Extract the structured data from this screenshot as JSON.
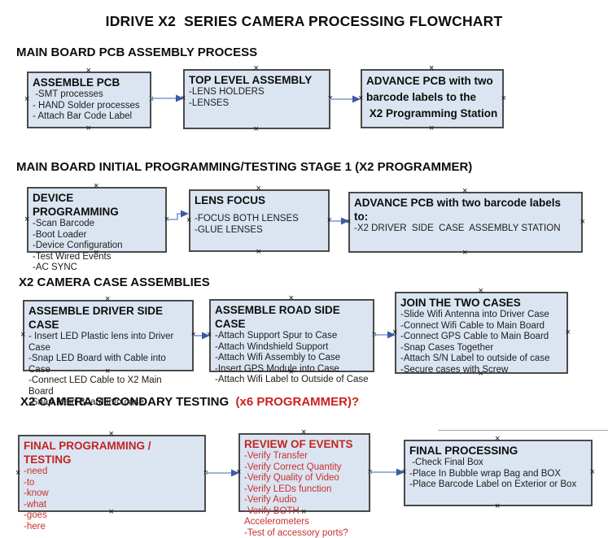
{
  "title": "IDRIVE X2  SERIES CAMERA PROCESSING FLOWCHART",
  "colors": {
    "box_fill": "#dbe5f1",
    "box_border": "#4a4a4a",
    "arrow_line": "#7e9cc8",
    "arrow_head": "#3b5ba5",
    "red_text": "#c32323",
    "black_text": "#0d0d0d"
  },
  "sections": [
    {
      "heading": "MAIN BOARD PCB ASSEMBLY PROCESS",
      "boxes": [
        {
          "title": "ASSEMBLE PCB",
          "items": [
            " -SMT processes",
            "- HAND Solder processes",
            "- Attach Bar Code Label"
          ]
        },
        {
          "title": "TOP LEVEL ASSEMBLY",
          "items": [
            "-LENS HOLDERS",
            "-LENSES"
          ]
        },
        {
          "title": "ADVANCE PCB with two",
          "items": [
            "barcode labels to the",
            " X2 Programming Station"
          ]
        }
      ]
    },
    {
      "heading": "MAIN BOARD INITIAL PROGRAMMING/TESTING STAGE 1 (X2 PROGRAMMER)",
      "boxes": [
        {
          "title": "DEVICE PROGRAMMING",
          "items": [
            "-Scan Barcode",
            "-Boot Loader",
            "-Device Configuration",
            "-Test Wired Events",
            "-AC SYNC"
          ]
        },
        {
          "title": "LENS FOCUS",
          "items": [
            "-FOCUS BOTH LENSES",
            "-GLUE LENSES"
          ]
        },
        {
          "title": "ADVANCE PCB with two barcode labels to:",
          "items": [
            "-X2 DRIVER  SIDE  CASE  ASSEMBLY STATION"
          ]
        }
      ]
    },
    {
      "heading": "X2 CAMERA CASE ASSEMBLIES",
      "boxes": [
        {
          "title": "ASSEMBLE DRIVER SIDE CASE",
          "items": [
            "- Insert LED Plastic lens into Driver Case",
            "-Snap LED Board with Cable into Case",
            "-Connect LED Cable to X2 Main Board",
            "-Snap Main Board into case"
          ]
        },
        {
          "title": "ASSEMBLE ROAD SIDE CASE",
          "items": [
            "-Attach Support Spur to Case",
            "-Attach Windshield Support",
            "-Attach Wifi Assembly to Case",
            "-Insert GPS Module into Case",
            "-Attach Wifi Label to Outside of Case"
          ]
        },
        {
          "title": "JOIN THE TWO CASES",
          "items": [
            "-Slide Wifi Antenna into Driver Case",
            "-Connect Wifi Cable to Main Board",
            "-Connect GPS Cable to Main Board",
            "-Snap Cases Together",
            "-Attach S/N Label to outside of case",
            "-Secure cases with Screw"
          ]
        }
      ]
    },
    {
      "heading": "X2 CAMERA SECONDARY TESTING  ",
      "heading_red": "(x6 PROGRAMMER)?",
      "boxes": [
        {
          "title": "FINAL PROGRAMMING / TESTING",
          "items": [
            "-need",
            "-to",
            "-know",
            "-what",
            "-goes",
            "-here"
          ]
        },
        {
          "title": "REVIEW OF EVENTS",
          "items": [
            "-Verify Transfer",
            "-Verify Correct Quantity",
            "-Verify Quality of Video",
            "-Verify LEDs function",
            "-Verify Audio",
            "-Verify BOTH Accelerometers",
            "-Test of accessory ports?"
          ]
        },
        {
          "title": "FINAL PROCESSING",
          "items": [
            " -Check Final Box",
            "-Place In Bubble wrap Bag and BOX",
            "-Place Barcode Label on Exterior or Box"
          ]
        }
      ]
    }
  ],
  "handle_glyph": "×"
}
